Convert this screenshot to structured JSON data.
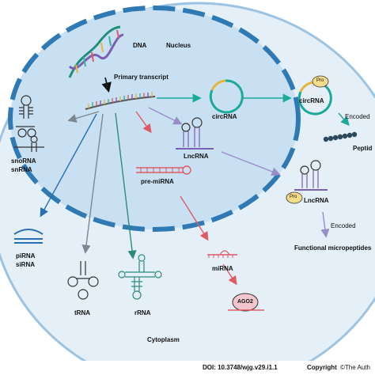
{
  "labels": {
    "dna": "DNA",
    "nucleus": "Nucleus",
    "primary_transcript": "Primary transcript",
    "circrna_1": "circRNA",
    "pro_1": "Pro",
    "circrna_2": "circRNA",
    "encoded_1": "Encoded",
    "peptides": "Peptid",
    "snorna": "snoRNA",
    "snrna": "snRNA",
    "lncrna_1": "LncRNA",
    "pre_mirna": "pre-miRNA",
    "pro_2": "Pro",
    "lncrna_2": "LncRNA",
    "encoded_2": "Encoded",
    "functional_micropeptides": "Functional micropeptides",
    "pirna": "piRNA",
    "sirna": "siRNA",
    "trna": "tRNA",
    "rrna": "rRNA",
    "mirna": "miRNA",
    "ago2": "AGO2",
    "cytoplasm": "Cytoplasm"
  },
  "footer": {
    "doi": "DOI: 10.3748/wjg.v29.i1.1",
    "copyright": "Copyright",
    "owner": "©The Auth"
  },
  "colors": {
    "cell_fill": "#e4eff8",
    "nucleus_fill": "#c9e0f3",
    "membrane": "#2f79b4",
    "arrow_teal": "#1ba99a",
    "arrow_grey": "#7d8791",
    "arrow_red": "#e05a66",
    "arrow_purple": "#9a8cc6",
    "arrow_green": "#2e8b7a",
    "arrow_blue": "#2a6fb0",
    "pro_fill": "#f5dc8a"
  }
}
